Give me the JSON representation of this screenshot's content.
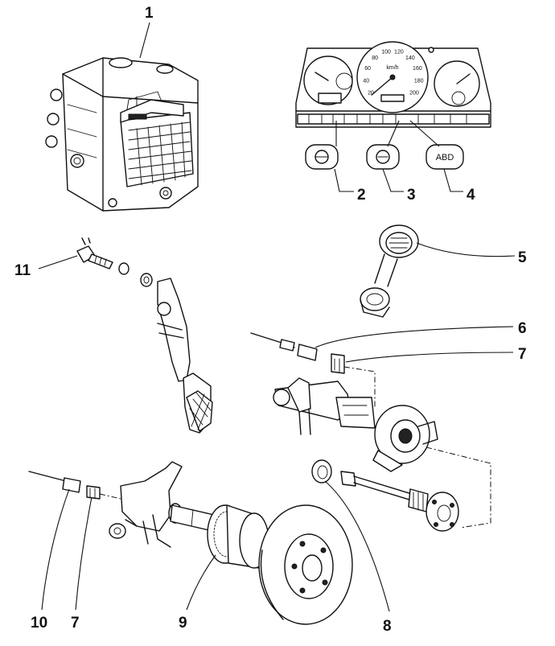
{
  "callouts": [
    {
      "id": "c1",
      "text": "1"
    },
    {
      "id": "c2",
      "text": "2"
    },
    {
      "id": "c3",
      "text": "3"
    },
    {
      "id": "c4",
      "text": "4"
    },
    {
      "id": "c5",
      "text": "5"
    },
    {
      "id": "c6",
      "text": "6"
    },
    {
      "id": "c7a",
      "text": "7"
    },
    {
      "id": "c7b",
      "text": "7"
    },
    {
      "id": "c8",
      "text": "8"
    },
    {
      "id": "c9",
      "text": "9"
    },
    {
      "id": "c10",
      "text": "10"
    },
    {
      "id": "c11",
      "text": "11"
    }
  ],
  "speedometer": {
    "unit": "km/h",
    "ticks": [
      "20",
      "40",
      "60",
      "80",
      "100",
      "120",
      "140",
      "160",
      "180",
      "200"
    ]
  },
  "warning_lamp_label": "ABD"
}
